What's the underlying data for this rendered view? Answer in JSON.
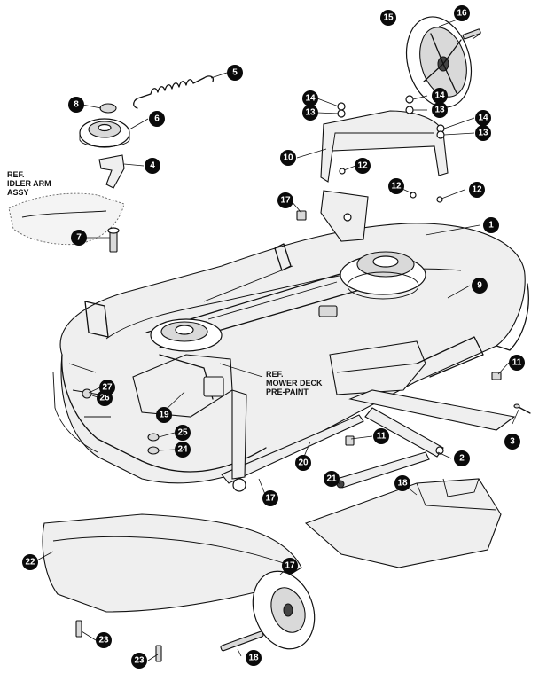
{
  "callouts": {
    "c1": "1",
    "c2": "2",
    "c3": "3",
    "c4": "4",
    "c5": "5",
    "c6": "6",
    "c7": "7",
    "c8": "8",
    "c9": "9",
    "c10": "10",
    "c11a": "11",
    "c11b": "11",
    "c12a": "12",
    "c12b": "12",
    "c12c": "12",
    "c13a": "13",
    "c13b": "13",
    "c13c": "13",
    "c14a": "14",
    "c14b": "14",
    "c14c": "14",
    "c15": "15",
    "c16": "16",
    "c17a": "17",
    "c17b": "17",
    "c17c": "17",
    "c18a": "18",
    "c18b": "18",
    "c19": "19",
    "c20": "20",
    "c21": "21",
    "c22": "22",
    "c23a": "23",
    "c23b": "23",
    "c24": "24",
    "c25": "25",
    "c26": "26",
    "c27": "27"
  },
  "ref_labels": {
    "idler_arm": [
      "REF.",
      "IDLER ARM",
      "ASSY"
    ],
    "mower_deck": [
      "REF.",
      "MOWER DECK",
      "PRE-PAINT"
    ]
  }
}
